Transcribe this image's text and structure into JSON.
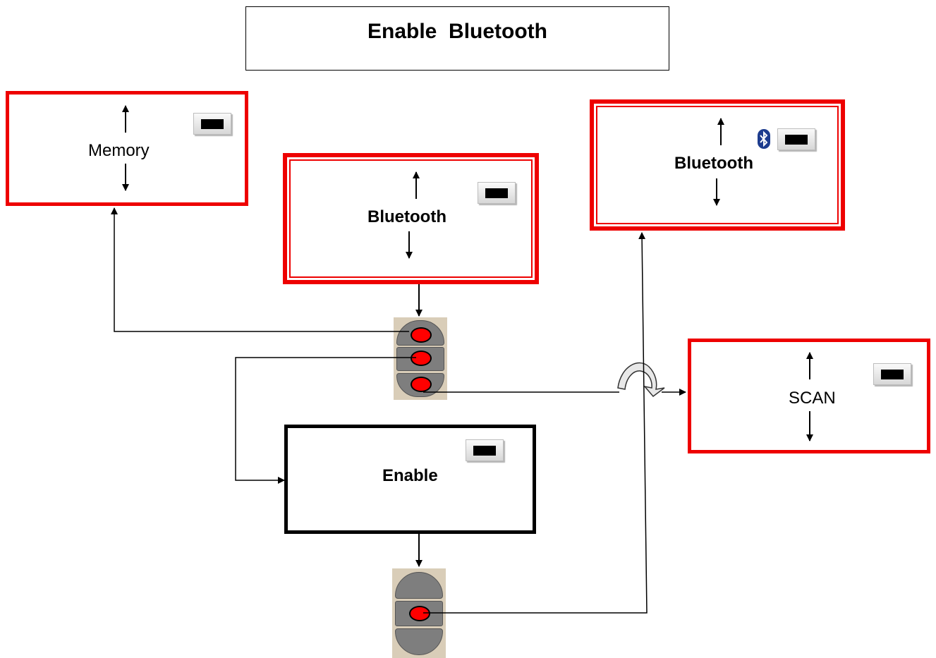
{
  "title": "Enable  Bluetooth",
  "screens": {
    "memory": "Memory",
    "bluetooth_menu": "Bluetooth",
    "bluetooth_enabled": "Bluetooth",
    "scan": "SCAN",
    "enable": "Enable"
  },
  "colors": {
    "menu_border": "#ee0000",
    "active_border": "#000000",
    "button_dot": "#ff0000",
    "key": "#7e7e7e",
    "bluetooth_icon": "#1d3c8e"
  },
  "icons": [
    "up-down-arrow-icon",
    "display-icon",
    "bluetooth-icon",
    "keypad",
    "rotate-arrow-icon"
  ]
}
